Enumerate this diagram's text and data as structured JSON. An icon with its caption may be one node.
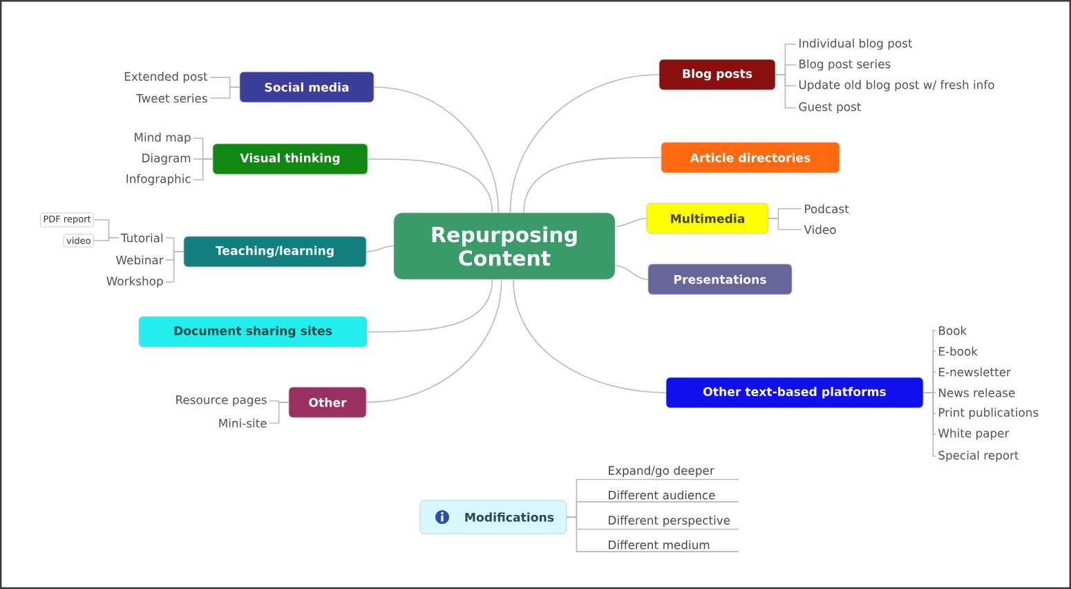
{
  "diagram": {
    "nodes": [
      {
        "text": [
          "Repurposing Content"
        ]
      },
      {
        "text": [
          "Social media"
        ]
      },
      {
        "text": [
          "Extended post"
        ]
      },
      {
        "text": [
          "Tweet series"
        ]
      },
      {
        "text": [
          "Visual thinking"
        ]
      },
      {
        "text": [
          "Mind map"
        ]
      },
      {
        "text": [
          "Diagram"
        ]
      },
      {
        "text": [
          "Infographic"
        ]
      },
      {
        "text": [
          "Teaching/learning"
        ]
      },
      {
        "text": [
          "PDF report"
        ]
      },
      {
        "text": [
          "video"
        ]
      },
      {
        "text": [
          "Tutorial"
        ]
      },
      {
        "text": [
          "Webinar"
        ]
      },
      {
        "text": [
          "Workshop"
        ]
      },
      {
        "text": [
          "Document sharing sites"
        ]
      },
      {
        "text": [
          "Other"
        ]
      },
      {
        "text": [
          "Resource pages"
        ]
      },
      {
        "text": [
          "Mini-site"
        ]
      },
      {
        "text": [
          "Blog posts"
        ]
      },
      {
        "text": [
          "Individual blog post"
        ]
      },
      {
        "text": [
          "Blog post series"
        ]
      },
      {
        "text": [
          "Update old blog post w/ fresh info"
        ]
      },
      {
        "text": [
          "Guest post"
        ]
      },
      {
        "text": [
          "Article directories"
        ]
      },
      {
        "text": [
          "Multimedia"
        ]
      },
      {
        "text": [
          "Podcast"
        ]
      },
      {
        "text": [
          "Video"
        ]
      },
      {
        "text": [
          "Presentations"
        ]
      },
      {
        "text": [
          "Other text-based platforms"
        ]
      },
      {
        "text": [
          "Book"
        ]
      },
      {
        "text": [
          "E-book"
        ]
      },
      {
        "text": [
          "E-newsletter"
        ]
      },
      {
        "text": [
          "News release"
        ]
      },
      {
        "text": [
          "Print publications"
        ]
      },
      {
        "text": [
          "White paper"
        ]
      },
      {
        "text": [
          "Special report"
        ]
      },
      {
        "text": [
          "Modifications"
        ]
      },
      {
        "text": [
          "Expand/go deeper"
        ]
      },
      {
        "text": [
          "Different audience"
        ]
      },
      {
        "text": [
          "Different perspective"
        ]
      },
      {
        "text": [
          "Different medium"
        ]
      }
    ],
    "edges": [
      {
        "from": 0,
        "to": 1,
        "arrow": "none"
      },
      {
        "from": 0,
        "to": 4,
        "arrow": "none"
      },
      {
        "from": 0,
        "to": 8,
        "arrow": "none"
      },
      {
        "from": 0,
        "to": 14,
        "arrow": "none"
      },
      {
        "from": 0,
        "to": 15,
        "arrow": "none"
      },
      {
        "from": 0,
        "to": 18,
        "arrow": "none"
      },
      {
        "from": 0,
        "to": 23,
        "arrow": "none"
      },
      {
        "from": 0,
        "to": 24,
        "arrow": "none"
      },
      {
        "from": 0,
        "to": 27,
        "arrow": "none"
      },
      {
        "from": 0,
        "to": 28,
        "arrow": "none"
      },
      {
        "from": 1,
        "to": 2,
        "arrow": "none"
      },
      {
        "from": 1,
        "to": 3,
        "arrow": "none"
      },
      {
        "from": 4,
        "to": 5,
        "arrow": "none"
      },
      {
        "from": 4,
        "to": 6,
        "arrow": "none"
      },
      {
        "from": 4,
        "to": 7,
        "arrow": "none"
      },
      {
        "from": 8,
        "to": 11,
        "arrow": "none"
      },
      {
        "from": 8,
        "to": 12,
        "arrow": "none"
      },
      {
        "from": 8,
        "to": 13,
        "arrow": "none"
      },
      {
        "from": 11,
        "to": 9,
        "arrow": "none"
      },
      {
        "from": 11,
        "to": 10,
        "arrow": "none"
      },
      {
        "from": 15,
        "to": 16,
        "arrow": "none"
      },
      {
        "from": 15,
        "to": 17,
        "arrow": "none"
      },
      {
        "from": 18,
        "to": 19,
        "arrow": "none"
      },
      {
        "from": 18,
        "to": 20,
        "arrow": "none"
      },
      {
        "from": 18,
        "to": 21,
        "arrow": "none"
      },
      {
        "from": 18,
        "to": 22,
        "arrow": "none"
      },
      {
        "from": 24,
        "to": 25,
        "arrow": "none"
      },
      {
        "from": 24,
        "to": 26,
        "arrow": "none"
      },
      {
        "from": 28,
        "to": 29,
        "arrow": "none"
      },
      {
        "from": 28,
        "to": 30,
        "arrow": "none"
      },
      {
        "from": 28,
        "to": 31,
        "arrow": "none"
      },
      {
        "from": 28,
        "to": 32,
        "arrow": "none"
      },
      {
        "from": 28,
        "to": 33,
        "arrow": "none"
      },
      {
        "from": 28,
        "to": 34,
        "arrow": "none"
      },
      {
        "from": 28,
        "to": 35,
        "arrow": "none"
      },
      {
        "from": 36,
        "to": 37,
        "arrow": "none"
      },
      {
        "from": 36,
        "to": 38,
        "arrow": "none"
      },
      {
        "from": 36,
        "to": 39,
        "arrow": "none"
      },
      {
        "from": 36,
        "to": 40,
        "arrow": "none"
      }
    ]
  }
}
